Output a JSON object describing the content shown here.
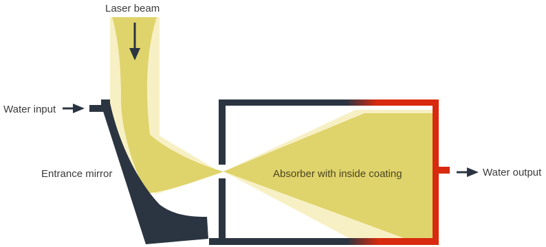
{
  "labels": {
    "laser_beam": "Laser beam",
    "water_input": "Water input",
    "entrance_mirror": "Entrance mirror",
    "absorber": "Absorber with inside coating",
    "water_output": "Water output"
  },
  "colors": {
    "beam_core": "#dfd36b",
    "beam_halo": "#f7f0c4",
    "structure": "#2b3541",
    "heat": "#d82a0e",
    "text": "#3a3a3a",
    "background": "#ffffff"
  }
}
